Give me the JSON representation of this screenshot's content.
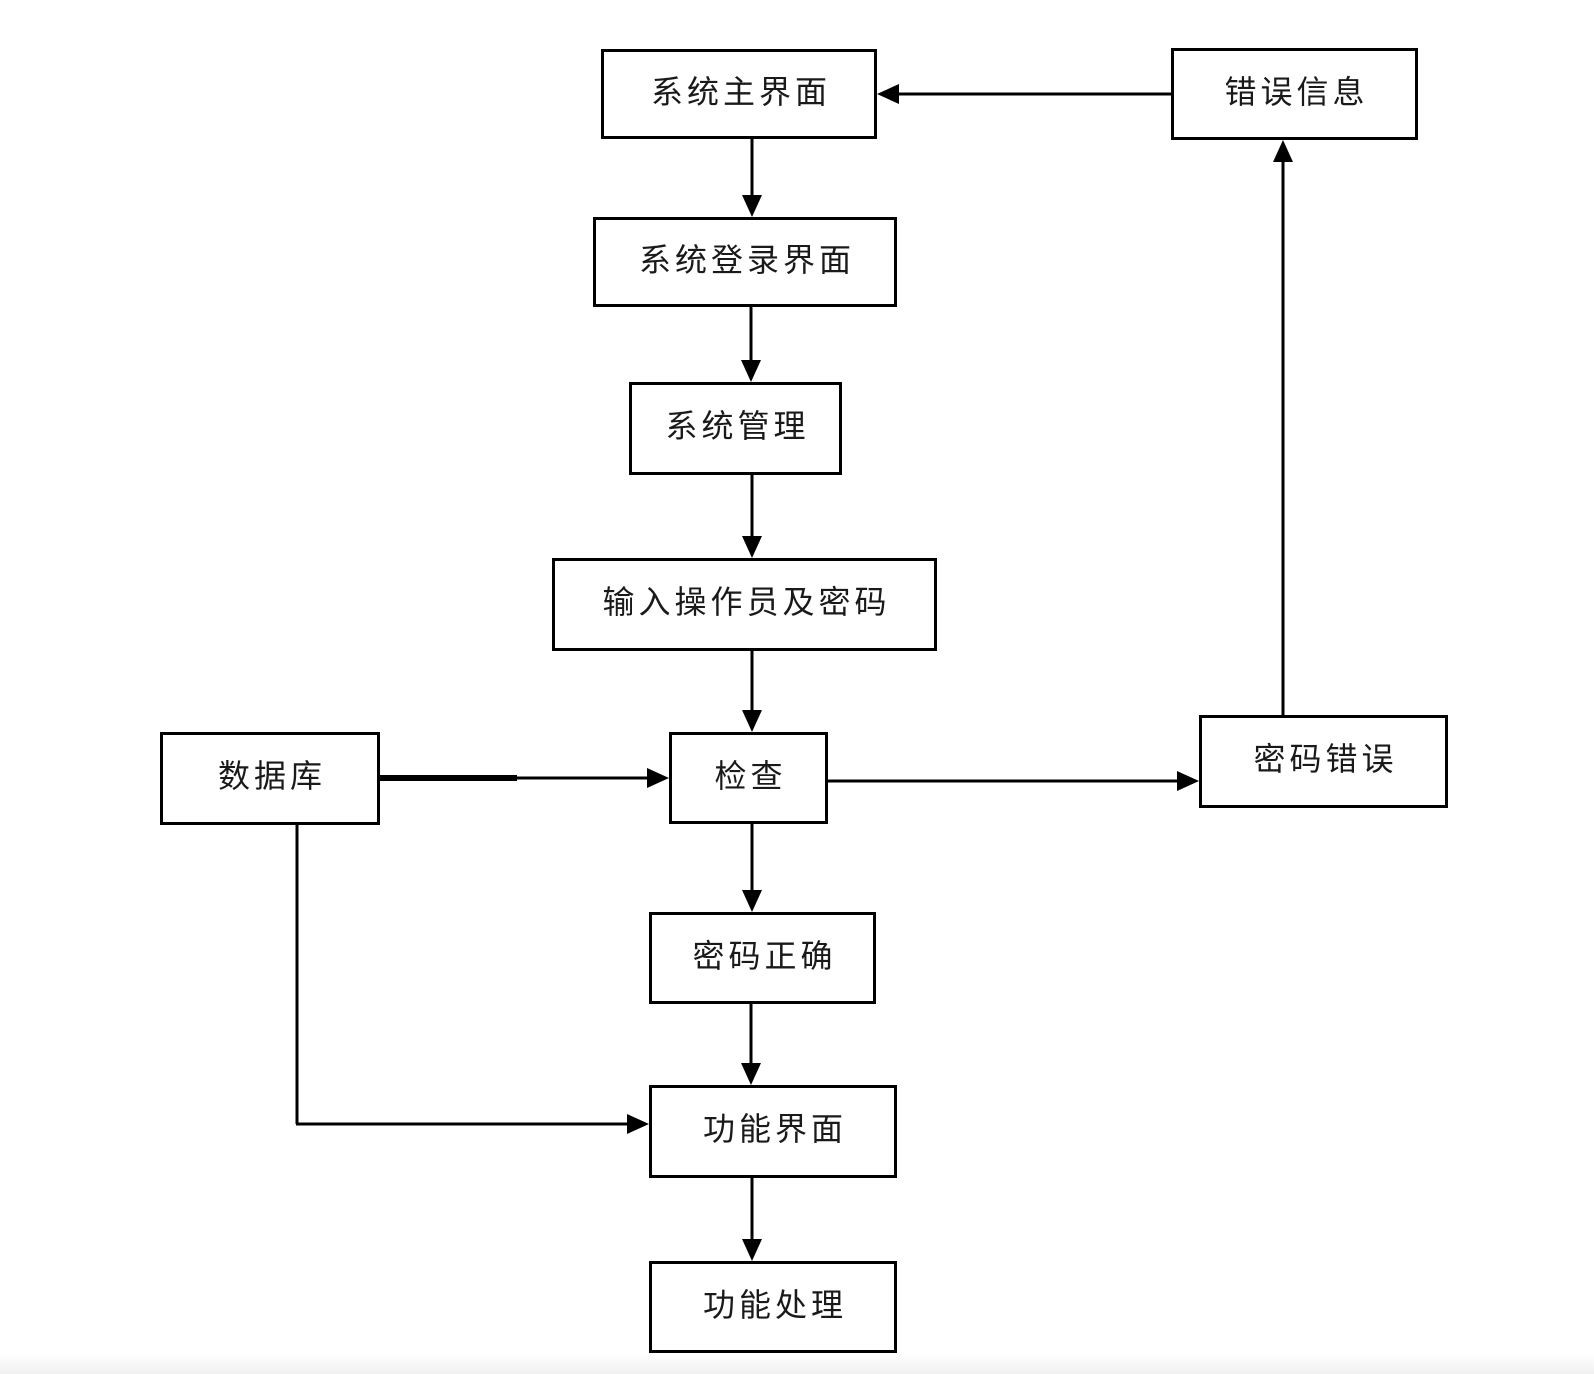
{
  "diagram": {
    "type": "flowchart",
    "description": "System login/check flow diagram",
    "colors": {
      "line": "#000000",
      "box_border": "#000000",
      "box_bg": "#ffffff",
      "text": "#1a1a1a",
      "page_bg": "#ffffff"
    },
    "nodes": [
      {
        "id": "main",
        "label": "系统主界面"
      },
      {
        "id": "errorinfo",
        "label": "错误信息"
      },
      {
        "id": "login",
        "label": "系统登录界面"
      },
      {
        "id": "sysmgmt",
        "label": "系统管理"
      },
      {
        "id": "input",
        "label": "输入操作员及密码"
      },
      {
        "id": "database",
        "label": "数据库"
      },
      {
        "id": "check",
        "label": "检查"
      },
      {
        "id": "pwdwrong",
        "label": "密码错误"
      },
      {
        "id": "pwdcorrect",
        "label": "密码正确"
      },
      {
        "id": "funcui",
        "label": "功能界面"
      },
      {
        "id": "funcproc",
        "label": "功能处理"
      }
    ],
    "edges": [
      {
        "from": "main",
        "to": "login",
        "direction": "down"
      },
      {
        "from": "login",
        "to": "sysmgmt",
        "direction": "down"
      },
      {
        "from": "sysmgmt",
        "to": "input",
        "direction": "down"
      },
      {
        "from": "input",
        "to": "check",
        "direction": "down"
      },
      {
        "from": "database",
        "to": "check",
        "direction": "right"
      },
      {
        "from": "check",
        "to": "pwdwrong",
        "direction": "right"
      },
      {
        "from": "pwdwrong",
        "to": "errorinfo",
        "direction": "up"
      },
      {
        "from": "errorinfo",
        "to": "main",
        "direction": "left"
      },
      {
        "from": "check",
        "to": "pwdcorrect",
        "direction": "down"
      },
      {
        "from": "pwdcorrect",
        "to": "funcui",
        "direction": "down"
      },
      {
        "from": "database",
        "to": "funcui",
        "direction": "down-right"
      },
      {
        "from": "funcui",
        "to": "funcproc",
        "direction": "down"
      }
    ]
  }
}
